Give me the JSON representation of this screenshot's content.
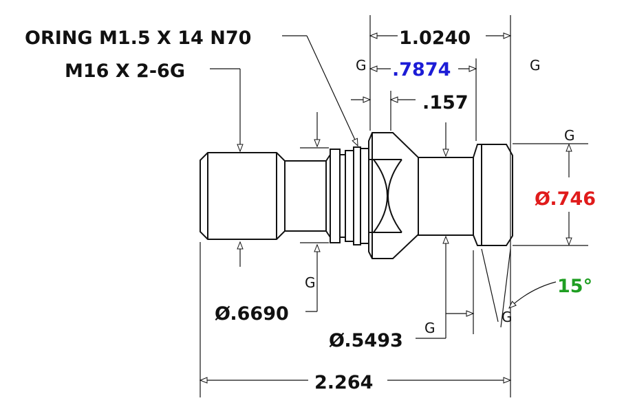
{
  "drawing": {
    "labels": {
      "oring": "ORING M1.5 X 14 N70",
      "thread": "M16 X 2-6G",
      "overall_length": "2.264",
      "top_length": "1.0240",
      "blue_dim": ".7874",
      "small_dim": ".157",
      "dia_left": "Ø.6690",
      "dia_neck": "Ø.5493",
      "dia_head": "Ø.746",
      "angle": "15°",
      "g": "G"
    },
    "colors": {
      "line": "#111111",
      "blue": "#1c1cd6",
      "red": "#e01b1b",
      "green": "#1f9e22"
    }
  }
}
